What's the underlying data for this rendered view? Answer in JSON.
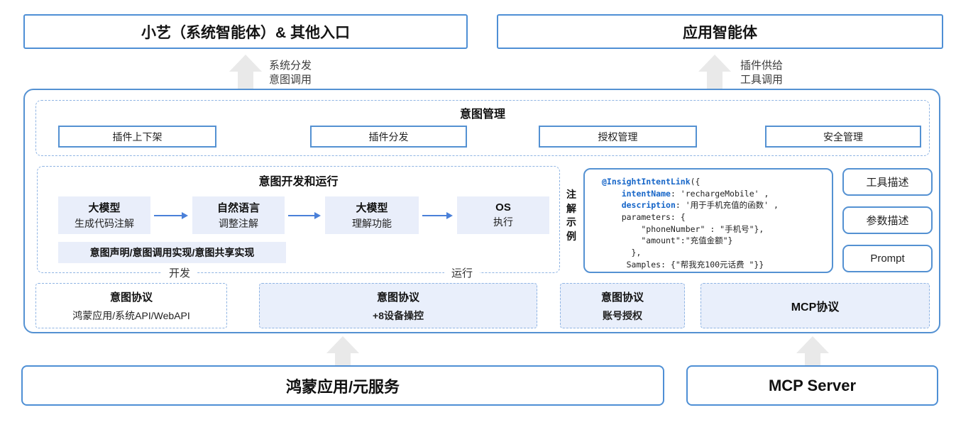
{
  "top": {
    "left_entry": "小艺（系统智能体）& 其他入口",
    "right_entry": "应用智能体",
    "left_arrow_label": "系统分发\n意图调用",
    "right_arrow_label": "插件供给\n工具调用"
  },
  "management": {
    "title": "意图管理",
    "items": [
      "插件上下架",
      "插件分发",
      "授权管理",
      "安全管理"
    ]
  },
  "dev_run": {
    "title": "意图开发和运行",
    "flow_steps": [
      {
        "title": "大模型",
        "subtitle": "生成代码注解"
      },
      {
        "title": "自然语言",
        "subtitle": "调整注解"
      },
      {
        "title": "大模型",
        "subtitle": "理解功能"
      },
      {
        "title": "OS",
        "subtitle": "执行"
      }
    ],
    "implementation_label": "意图声明/意图调用实现/意图共享实现",
    "phase_dev": "开发",
    "phase_run": "运行"
  },
  "annotation": {
    "side_label": "注解示例",
    "code_lines": [
      [
        [
          "@InsightIntentLink",
          1
        ],
        [
          "({",
          0
        ]
      ],
      [
        [
          "    ",
          0
        ],
        [
          "intentName",
          1
        ],
        [
          ": 'rechargeMobile' ,",
          0
        ]
      ],
      [
        [
          "    ",
          0
        ],
        [
          "description",
          1
        ],
        [
          ": '用于手机充值的函数' ,",
          0
        ]
      ],
      [
        [
          "    parameters: {",
          0
        ]
      ],
      [
        [
          "        \"phoneNumber\" : \"手机号\"},",
          0
        ]
      ],
      [
        [
          "        \"amount\":\"充值金额\"}",
          0
        ]
      ],
      [
        [
          "      },",
          0
        ]
      ],
      [
        [
          "     Samples: {\"帮我充100元话费 \"}}",
          0
        ]
      ]
    ]
  },
  "capabilities": [
    "工具描述",
    "参数描述",
    "Prompt"
  ],
  "protocols": [
    {
      "title": "意图协议",
      "subtitle": "鸿蒙应用/系统API/WebAPI",
      "filled": false,
      "subtitle_bold": false
    },
    {
      "title": "意图协议",
      "subtitle": "+8设备操控",
      "filled": true,
      "subtitle_bold": true
    },
    {
      "title": "意图协议",
      "subtitle": "账号授权",
      "filled": true,
      "subtitle_bold": true
    },
    {
      "title": "MCP协议",
      "subtitle": "",
      "filled": true,
      "subtitle_bold": false
    }
  ],
  "bottom": {
    "left_box": "鸿蒙应用/元服务",
    "right_box": "MCP Server"
  },
  "colors": {
    "border_blue": "#4e8fd5",
    "container_blue": "#5491d2",
    "dashed_blue": "#8fb4e3",
    "fill_light_blue": "#e9eefa",
    "keyword_blue": "#1565c8",
    "arrow_gray": "#e9e9e9",
    "flow_arrow_blue": "#4a80d9"
  }
}
